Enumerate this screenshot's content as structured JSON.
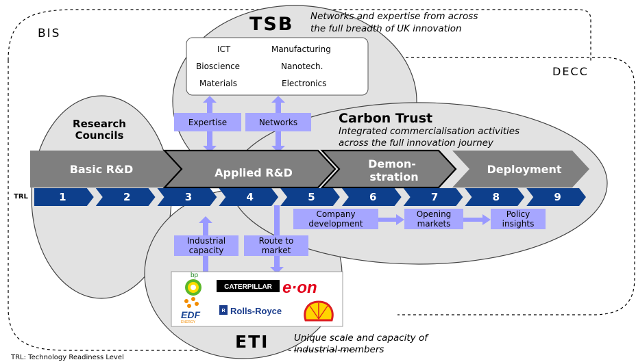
{
  "regions": {
    "bis": "BIS",
    "decc": "DECC"
  },
  "tsb": {
    "title": "TSB",
    "tagline_1": "Networks and expertise from across",
    "tagline_2": "the full breadth of UK innovation",
    "sectors": [
      "ICT",
      "Manufacturing",
      "Bioscience",
      "Nanotech.",
      "Materials",
      "Electronics"
    ],
    "expertise": "Expertise",
    "networks": "Networks"
  },
  "research_councils": {
    "line_1": "Research",
    "line_2": "Councils"
  },
  "carbon_trust": {
    "title": "Carbon Trust",
    "tagline_1": "Integrated commercialisation activities",
    "tagline_2": "across the full innovation journey"
  },
  "stages": {
    "basic": "Basic R&D",
    "applied": "Applied R&D",
    "demo_1": "Demon-",
    "demo_2": "stration",
    "deployment": "Deployment"
  },
  "trl": {
    "label": "TRL",
    "levels": [
      "1",
      "2",
      "3",
      "4",
      "5",
      "6",
      "7",
      "8",
      "9"
    ]
  },
  "carbon_boxes": {
    "company_1": "Company",
    "company_2": "development",
    "markets_1": "Opening",
    "markets_2": "markets",
    "policy_1": "Policy",
    "policy_2": "insights"
  },
  "eti": {
    "title": "ETI",
    "tagline_1": "Unique scale and capacity of",
    "tagline_2": "industrial members",
    "industrial_1": "Industrial",
    "industrial_2": "capacity",
    "route_1": "Route to",
    "route_2": "market",
    "logos": {
      "bp": "bp",
      "caterpillar": "CATERPILLAR",
      "eon": "e·on",
      "edf": "EDF",
      "edf_sub": "ENERGY",
      "rolls_royce": "Rolls-Royce"
    }
  },
  "footnote": "TRL: Technology Readiness Level",
  "colors": {
    "oval_fill": "#e2e2e2",
    "stage_fill": "#7f7f7f",
    "trl_blue": "#0d3f8c",
    "box_fill": "#a6a6ff",
    "arrow_fill": "#9999ff"
  }
}
